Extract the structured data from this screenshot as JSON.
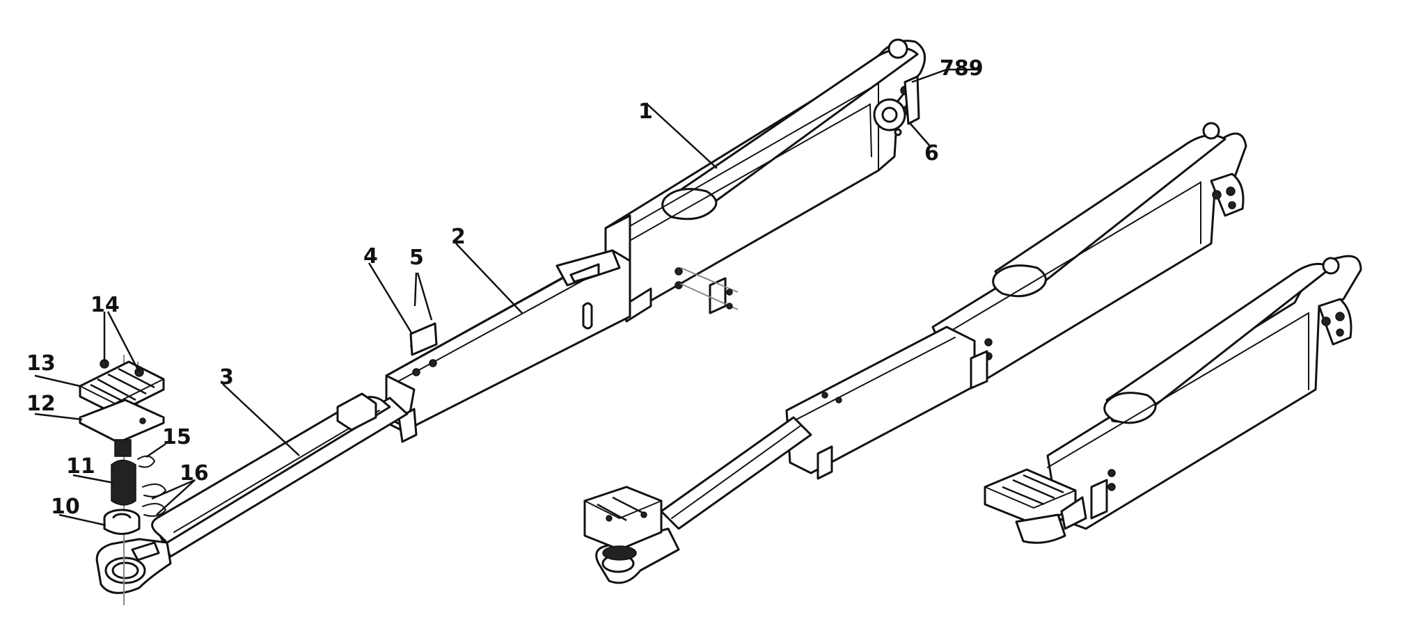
{
  "diagram": {
    "callouts": [
      {
        "id": "c789",
        "label": "789"
      },
      {
        "id": "c1",
        "label": "1"
      },
      {
        "id": "c6",
        "label": "6"
      },
      {
        "id": "c2",
        "label": "2"
      },
      {
        "id": "c4",
        "label": "4"
      },
      {
        "id": "c5",
        "label": "5"
      },
      {
        "id": "c3",
        "label": "3"
      },
      {
        "id": "c14",
        "label": "14"
      },
      {
        "id": "c13",
        "label": "13"
      },
      {
        "id": "c12",
        "label": "12"
      },
      {
        "id": "c15",
        "label": "15"
      },
      {
        "id": "c11",
        "label": "11"
      },
      {
        "id": "c16",
        "label": "16"
      },
      {
        "id": "c10",
        "label": "10"
      }
    ]
  }
}
